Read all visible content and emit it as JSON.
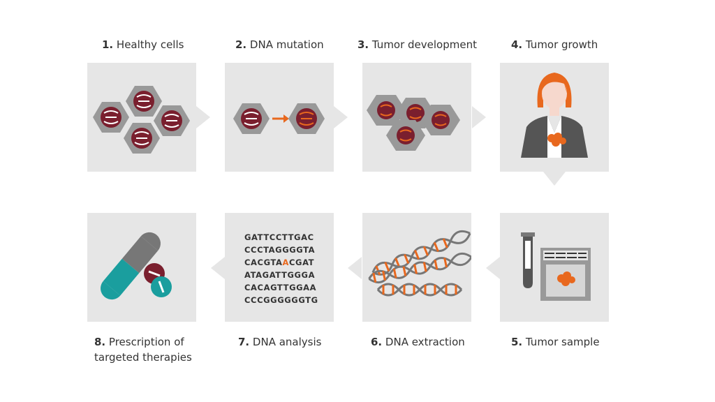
{
  "steps": [
    {
      "num": "1.",
      "label": "Healthy cells"
    },
    {
      "num": "2.",
      "label": "DNA mutation"
    },
    {
      "num": "3.",
      "label": "Tumor development"
    },
    {
      "num": "4.",
      "label": "Tumor growth"
    },
    {
      "num": "5.",
      "label": "Tumor sample"
    },
    {
      "num": "6.",
      "label": "DNA extraction"
    },
    {
      "num": "7.",
      "label": "DNA analysis"
    },
    {
      "num": "8.",
      "label": "Prescription of",
      "label2": "targeted therapies"
    }
  ],
  "dna_sequence": {
    "line1": "GATTCCTTGAC",
    "line2": "CCCTAGGGGTA",
    "line3_pre": "CACGTA",
    "line3_mut": "A",
    "line3_post": "CGAT",
    "line4": "ATAGATTGGGA",
    "line5": "CACAGTTGGAA",
    "line6": "CCCGGGGGGTG"
  },
  "colors": {
    "panel": "#e6e6e6",
    "cell_gray": "#999999",
    "nucleus_healthy": "#7a1f2e",
    "tumor_orange": "#e8681e",
    "teal": "#1a9e9e",
    "dark_gray": "#555555"
  }
}
